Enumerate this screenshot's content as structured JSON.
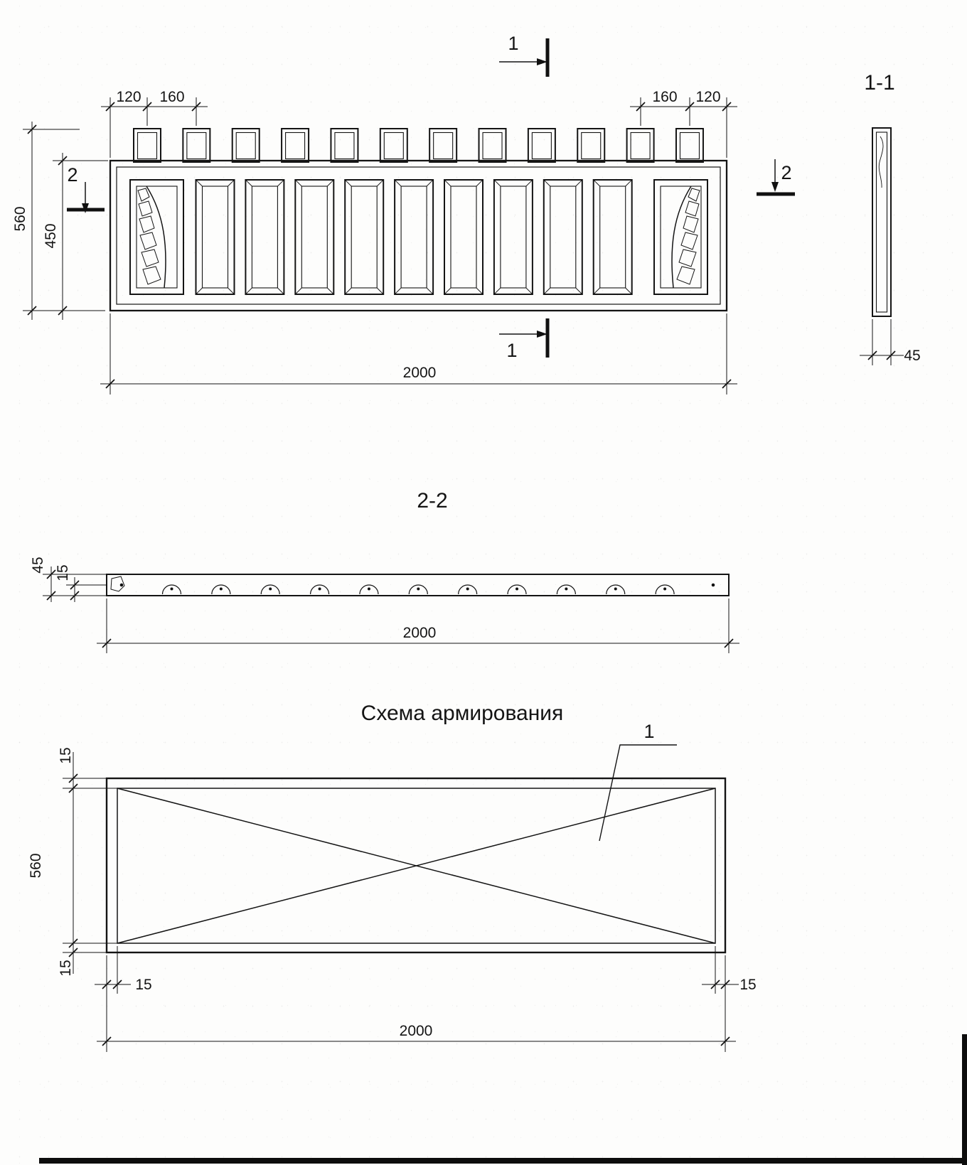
{
  "front_elevation": {
    "marker_1": "1",
    "marker_2": "2",
    "dim_120_left": "120",
    "dim_160_left": "160",
    "dim_160_right": "160",
    "dim_120_right": "120",
    "dim_560": "560",
    "dim_450": "450",
    "dim_2000": "2000"
  },
  "section_1_1": {
    "title": "1-1",
    "dim_45": "45"
  },
  "section_2_2": {
    "title": "2-2",
    "dim_45": "45",
    "dim_15": "15",
    "dim_2000": "2000"
  },
  "reinforcement": {
    "title": "Схема армирования",
    "callout_1": "1",
    "dim_15_top": "15",
    "dim_560": "560",
    "dim_15_bottom": "15",
    "dim_15_bottom_left": "15",
    "dim_15_bottom_right": "15",
    "dim_2000": "2000"
  }
}
